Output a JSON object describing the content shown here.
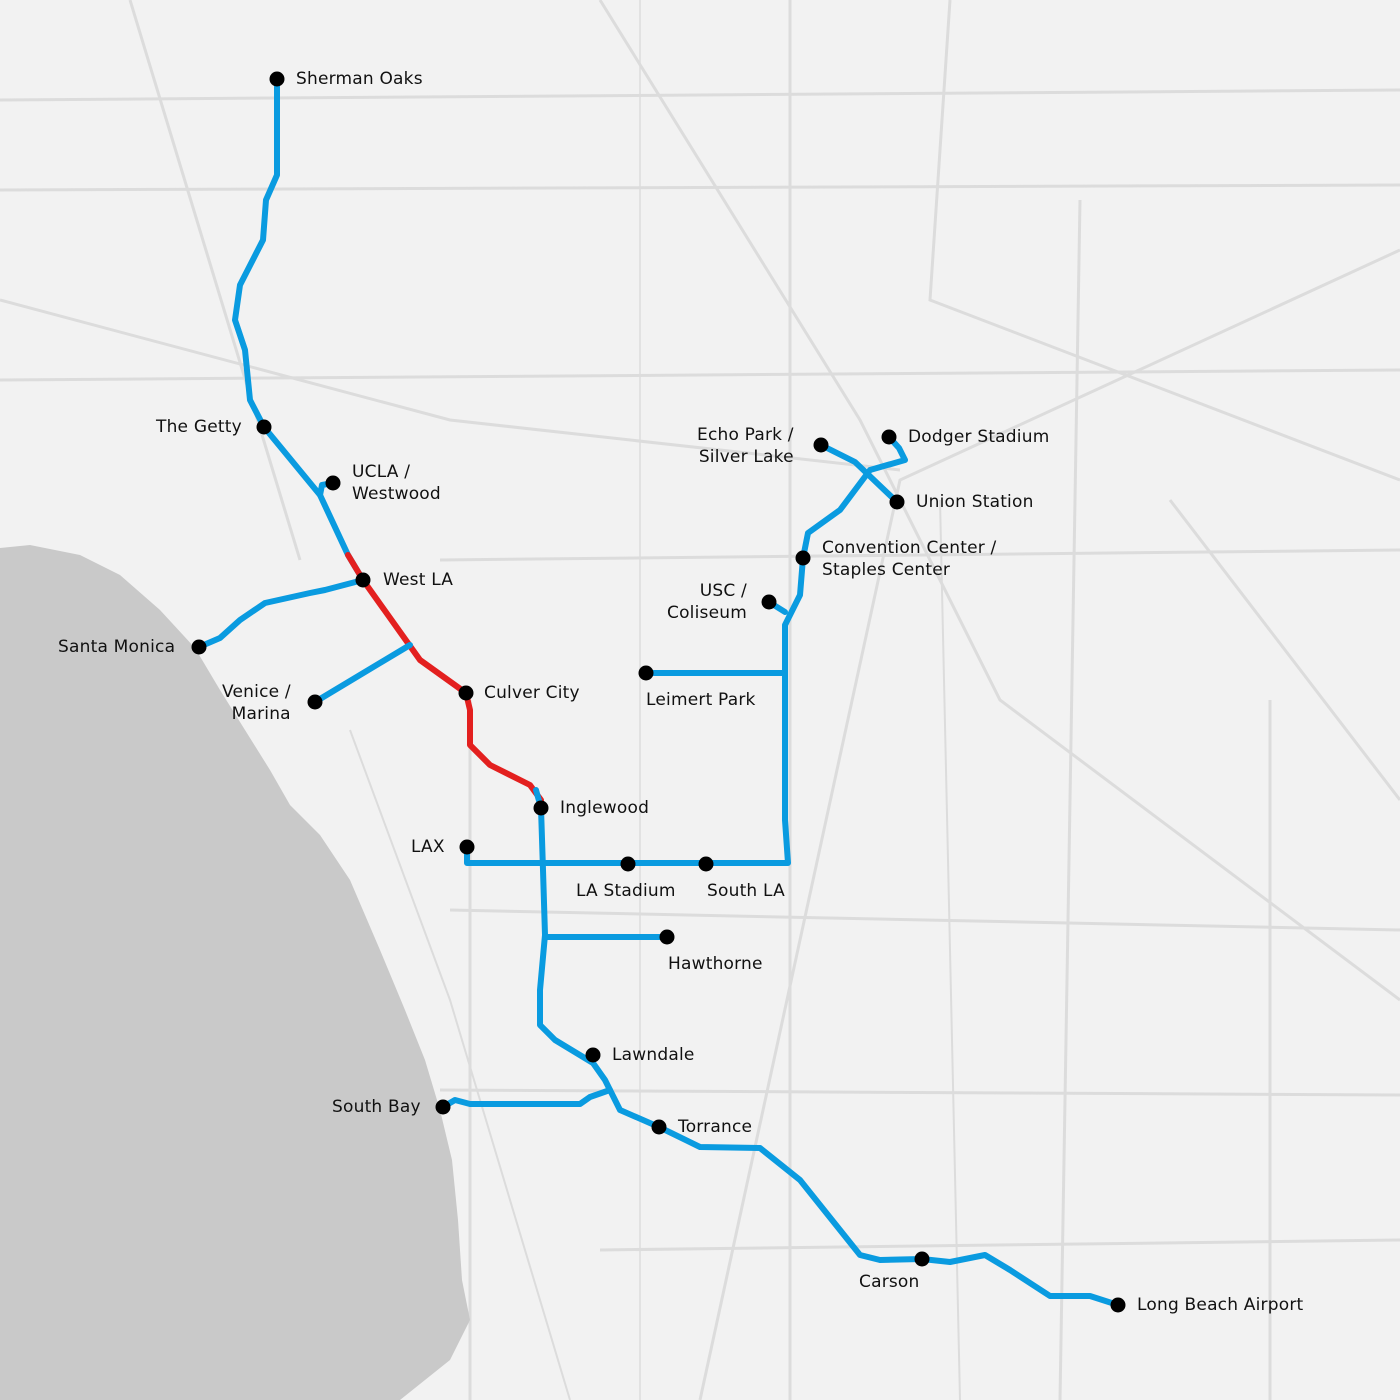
{
  "colors": {
    "background": "#f2f2f2",
    "water": "#c9c9c9",
    "roads": "#dcdcdc",
    "route": "#0a9be0",
    "route_highlight": "#e3201f",
    "station": "#000000"
  },
  "stations": [
    {
      "name": "Sherman Oaks"
    },
    {
      "name": "The Getty"
    },
    {
      "name": "UCLA /",
      "name2": "Westwood"
    },
    {
      "name": "West LA"
    },
    {
      "name": "Santa Monica"
    },
    {
      "name": "Venice /",
      "name2": "Marina"
    },
    {
      "name": "Culver City"
    },
    {
      "name": "Inglewood"
    },
    {
      "name": "LAX"
    },
    {
      "name": "LA Stadium"
    },
    {
      "name": "South LA"
    },
    {
      "name": "Hawthorne"
    },
    {
      "name": "Lawndale"
    },
    {
      "name": "South Bay"
    },
    {
      "name": "Torrance"
    },
    {
      "name": "Carson"
    },
    {
      "name": "Long Beach Airport"
    },
    {
      "name": "Leimert Park"
    },
    {
      "name": "USC /",
      "name2": "Coliseum"
    },
    {
      "name": "Convention Center /",
      "name2": "Staples Center"
    },
    {
      "name": "Echo Park /",
      "name2": "Silver Lake"
    },
    {
      "name": "Dodger Stadium"
    },
    {
      "name": "Union Station"
    }
  ]
}
